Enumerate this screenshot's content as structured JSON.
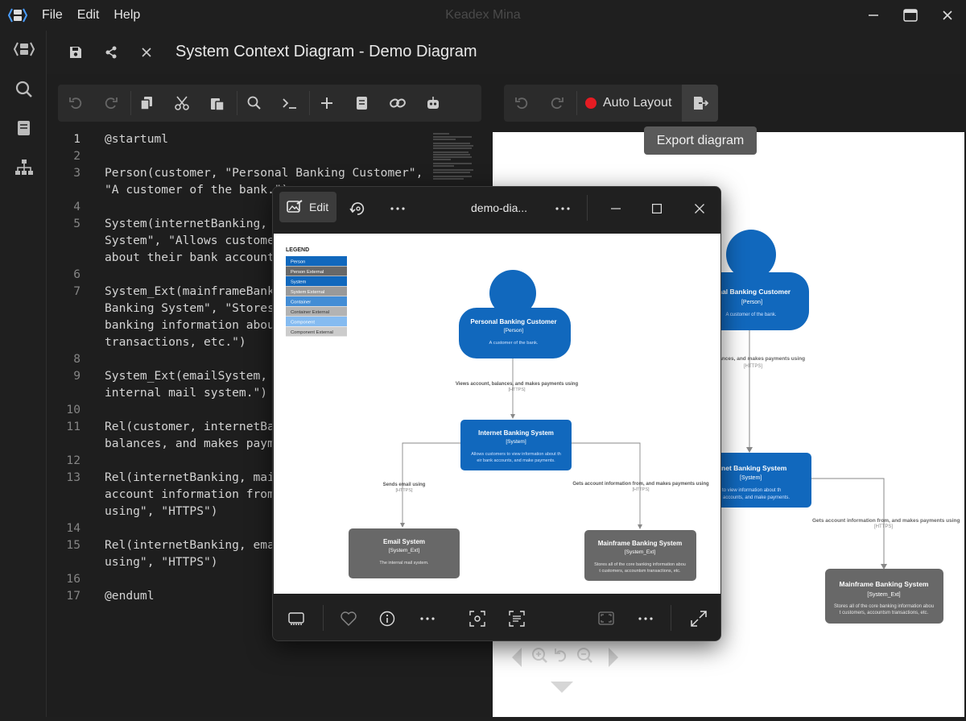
{
  "app": {
    "title": "Keadex Mina",
    "menu": [
      "File",
      "Edit",
      "Help"
    ]
  },
  "document": {
    "title": "System Context Diagram - Demo Diagram"
  },
  "editor": {
    "lines": [
      {
        "n": "1",
        "t": "@startuml"
      },
      {
        "n": "2",
        "t": ""
      },
      {
        "n": "3",
        "t": "Person(customer, \"Personal Banking Customer\","
      },
      {
        "n": "",
        "t": "\"A customer of the bank.\")"
      },
      {
        "n": "4",
        "t": ""
      },
      {
        "n": "5",
        "t": "System(internetBanking, \"Internet Banking"
      },
      {
        "n": "",
        "t": "System\", \"Allows customers to view information"
      },
      {
        "n": "",
        "t": "about their bank accounts, and make payments.\")"
      },
      {
        "n": "6",
        "t": ""
      },
      {
        "n": "7",
        "t": "System_Ext(mainframeBanking, \"Mainframe"
      },
      {
        "n": "",
        "t": "Banking System\", \"Stores all of the core"
      },
      {
        "n": "",
        "t": "banking information about customers, accounts"
      },
      {
        "n": "",
        "t": "transactions, etc.\")"
      },
      {
        "n": "8",
        "t": ""
      },
      {
        "n": "9",
        "t": "System_Ext(emailSystem, \"Email System\", \"The"
      },
      {
        "n": "",
        "t": "internal mail system.\")"
      },
      {
        "n": "10",
        "t": ""
      },
      {
        "n": "11",
        "t": "Rel(customer, internetBanking, \"Views account,"
      },
      {
        "n": "",
        "t": "balances, and makes payments using\", \"HTTPS\")"
      },
      {
        "n": "12",
        "t": ""
      },
      {
        "n": "13",
        "t": "Rel(internetBanking, mainframeBanking, \"Gets"
      },
      {
        "n": "",
        "t": "account information from, and makes payments"
      },
      {
        "n": "",
        "t": "using\", \"HTTPS\")"
      },
      {
        "n": "14",
        "t": ""
      },
      {
        "n": "15",
        "t": "Rel(internetBanking, emailSystem, \"Sends email"
      },
      {
        "n": "",
        "t": "using\", \"HTTPS\")"
      },
      {
        "n": "16",
        "t": ""
      },
      {
        "n": "17",
        "t": "@enduml"
      }
    ]
  },
  "preview": {
    "auto_layout_label": "Auto Layout",
    "tooltip": "Export diagram"
  },
  "diagram": {
    "legend_title": "LEGEND",
    "legend_items": [
      {
        "label": "Person",
        "color": "#1168bd"
      },
      {
        "label": "Person External",
        "color": "#686868"
      },
      {
        "label": "System",
        "color": "#1168bd"
      },
      {
        "label": "System External",
        "color": "#999999"
      },
      {
        "label": "Container",
        "color": "#438dd5"
      },
      {
        "label": "Container External",
        "color": "#b3b3b3"
      },
      {
        "label": "Component",
        "color": "#85bbf0"
      },
      {
        "label": "Component External",
        "color": "#cccccc"
      }
    ],
    "customer": {
      "name": "Personal Banking Customer",
      "type": "[Person]",
      "desc": "A customer of the bank."
    },
    "internet": {
      "name": "Internet Banking System",
      "type": "[System]",
      "desc1": "Allows customers to view information about th",
      "desc2": "eir bank accounts, and make payments."
    },
    "email": {
      "name": "Email System",
      "type": "[System_Ext]",
      "desc": "The internal mail system."
    },
    "mainframe": {
      "name": "Mainframe Banking System",
      "type": "[System_Ext]",
      "desc1": "Stores all of the core banking information abou",
      "desc2": "t customers, accountsm transactions, etc."
    },
    "rel_views": "Views account, balances, and makes payments using",
    "rel_email": "Sends email using",
    "rel_gets": "Gets account information from, and makes payments using",
    "protocol": "[HTTPS]",
    "bg_customer_partial": "nal Banking Customer",
    "bg_rel_partial": "t, balances, and makes payments using",
    "bg_internet_partial": "ernet Banking System",
    "bg_internet_desc1": "stomers to view information about th",
    "bg_internet_desc2": "accounts, and make payments.",
    "bg_mainframe_desc1": "Stores all of the core banking information abou",
    "bg_mainframe_desc2": "t customers, accountsm transactions, etc."
  },
  "photos": {
    "edit_label": "Edit",
    "title": "demo-dia..."
  },
  "colors": {
    "person": "#1168bd",
    "system": "#1168bd",
    "external": "#686868",
    "record": "#e51c23"
  }
}
